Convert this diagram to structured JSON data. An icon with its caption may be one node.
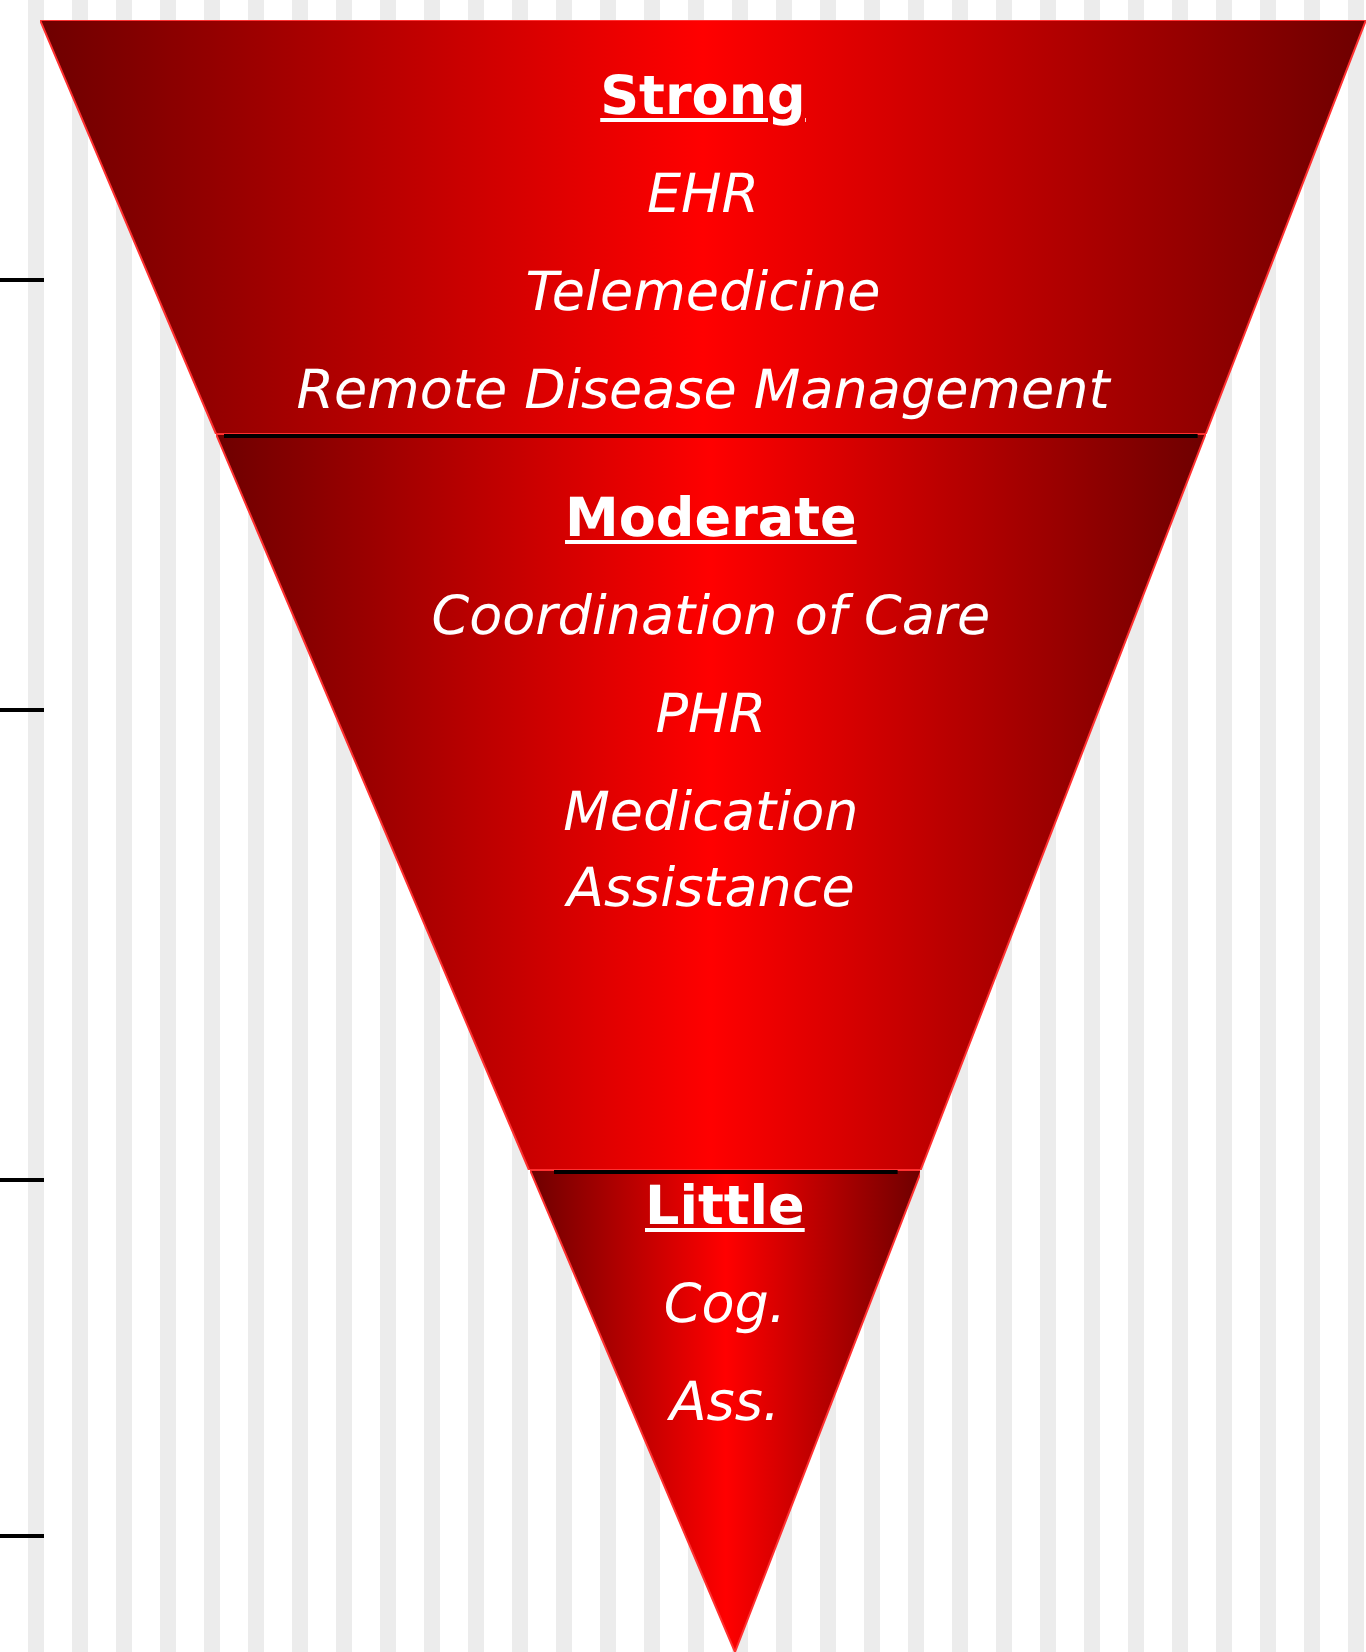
{
  "diagram": {
    "nodes": [
      {
        "text": [
          "Strong",
          "EHR",
          "Telemedicine",
          "Remote Disease Management"
        ]
      },
      {
        "text": [
          "Moderate",
          "Coordination of Care",
          "PHR",
          "Medication Assistance"
        ]
      },
      {
        "text": [
          "Little",
          "Cog.",
          "Ass."
        ]
      }
    ],
    "edges": []
  }
}
